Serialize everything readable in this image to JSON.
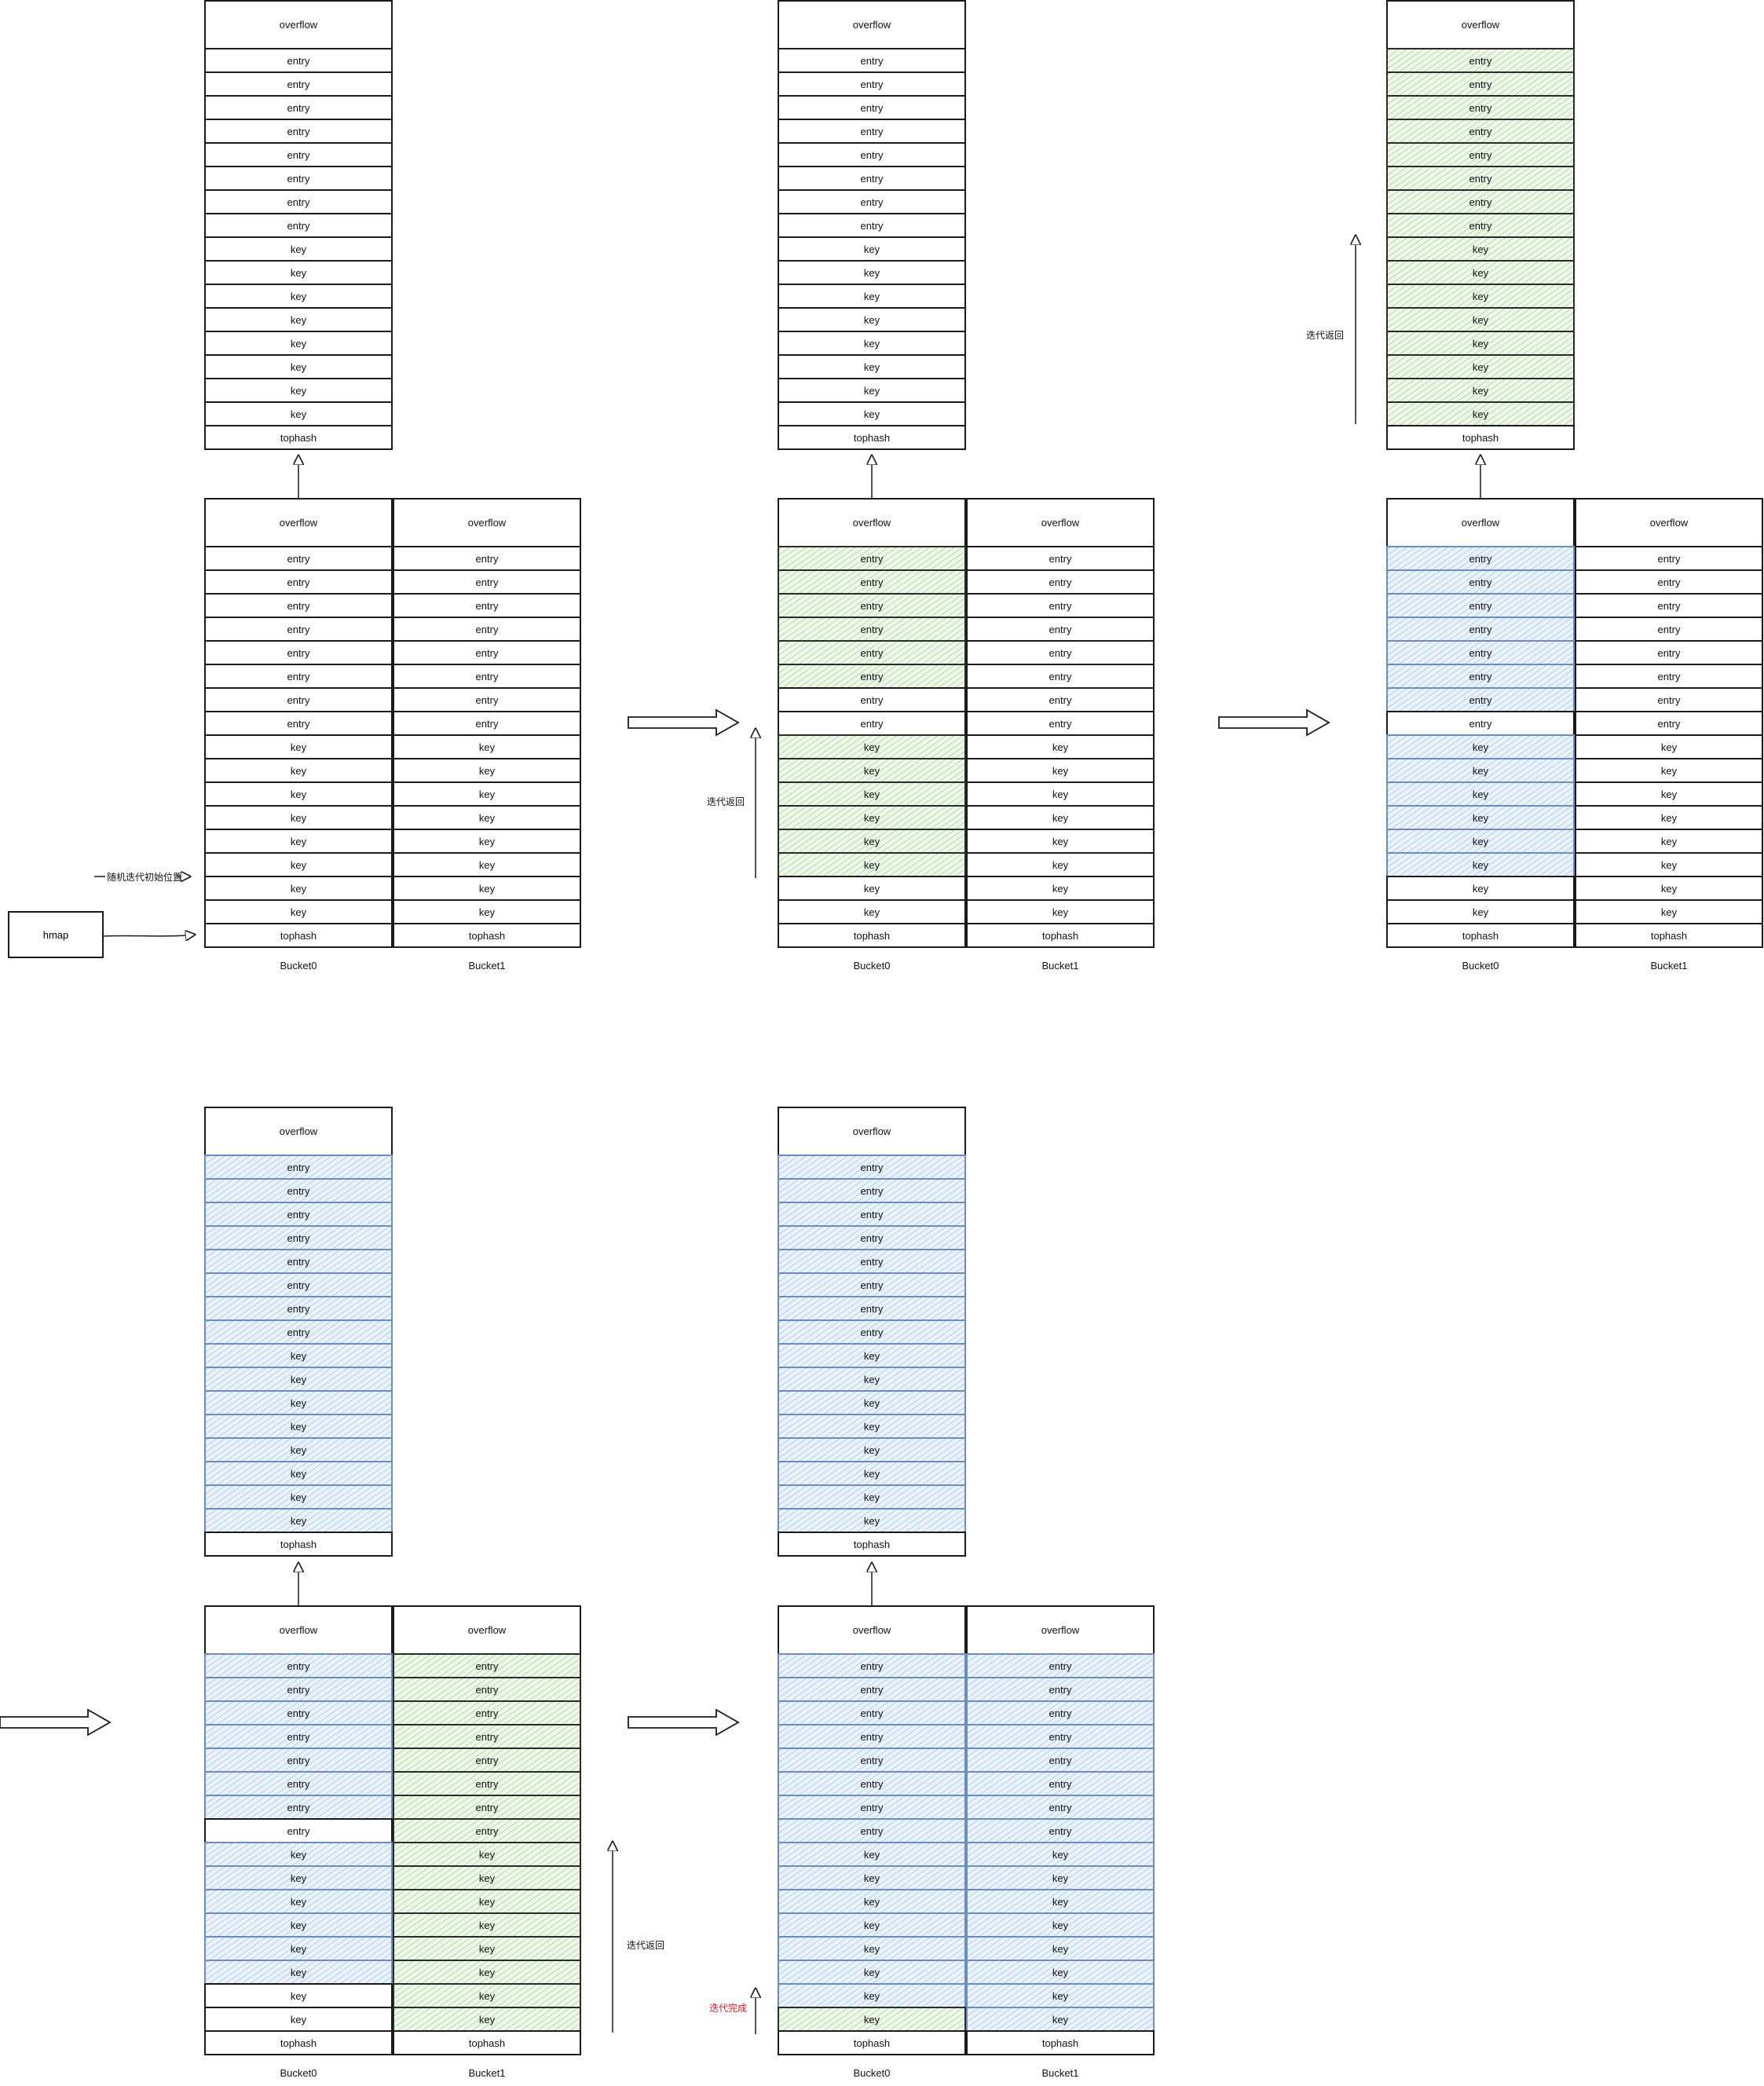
{
  "labels": {
    "overflow": "overflow",
    "entry": "entry",
    "key": "key",
    "tophash": "tophash",
    "hmap": "hmap",
    "random_start": "随机迭代初始位置",
    "iterate_return": "迭代返回",
    "iterate_done": "迭代完成",
    "bucket0": "Bucket0",
    "bucket1": "Bucket1"
  },
  "colors": {
    "stroke": "#1a1a1a",
    "green_fill": "#eef8e9",
    "green_hatch": "#6db45a",
    "blue_fill": "#eaf2fb",
    "blue_hatch": "#78a0d7",
    "done_text": "#e31d1d"
  },
  "panels": [
    {
      "overflow_bucket": "none",
      "bucket0": "none",
      "bucket1": "none",
      "notes": [
        "random_start"
      ]
    },
    {
      "overflow_bucket": "none",
      "bucket0": "green entries 1-6 and keys 1-6",
      "bucket1": "none",
      "notes": [
        "iterate_return"
      ]
    },
    {
      "overflow_bucket": "green all entries and keys",
      "bucket0": "blue entries 1-7 and keys 1-6",
      "bucket1": "none",
      "notes": [
        "iterate_return"
      ]
    },
    {
      "overflow_bucket": "blue all entries and keys",
      "bucket0": "blue entries 1-7 and keys 1-6",
      "bucket1": "green all entries and keys",
      "notes": [
        "iterate_return"
      ]
    },
    {
      "overflow_bucket": "blue all entries and keys",
      "bucket0": "blue all, last key green",
      "bucket1": "blue all",
      "notes": [
        "iterate_done"
      ]
    }
  ]
}
